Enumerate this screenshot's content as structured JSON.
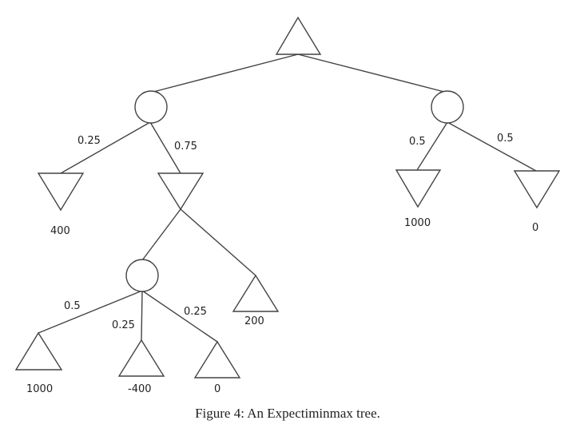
{
  "edge_labels": {
    "root_chance_left_p1": "0.25",
    "root_chance_left_p2": "0.75",
    "root_chance_right_p1": "0.5",
    "root_chance_right_p2": "0.5",
    "lower_chance_p1": "0.5",
    "lower_chance_p2": "0.25",
    "lower_chance_p3": "0.25"
  },
  "leaf_values": {
    "left_min_leaf": "400",
    "right_min_leaf_1": "1000",
    "right_min_leaf_2": "0",
    "lower_max_leaf_1": "1000",
    "lower_max_leaf_2": "-400",
    "lower_max_leaf_3": "0",
    "side_max_leaf": "200"
  },
  "caption": "Figure 4: An Expectiminmax tree.",
  "legend": {
    "max_node": "up-triangle",
    "min_node": "down-triangle",
    "chance_node": "circle"
  }
}
